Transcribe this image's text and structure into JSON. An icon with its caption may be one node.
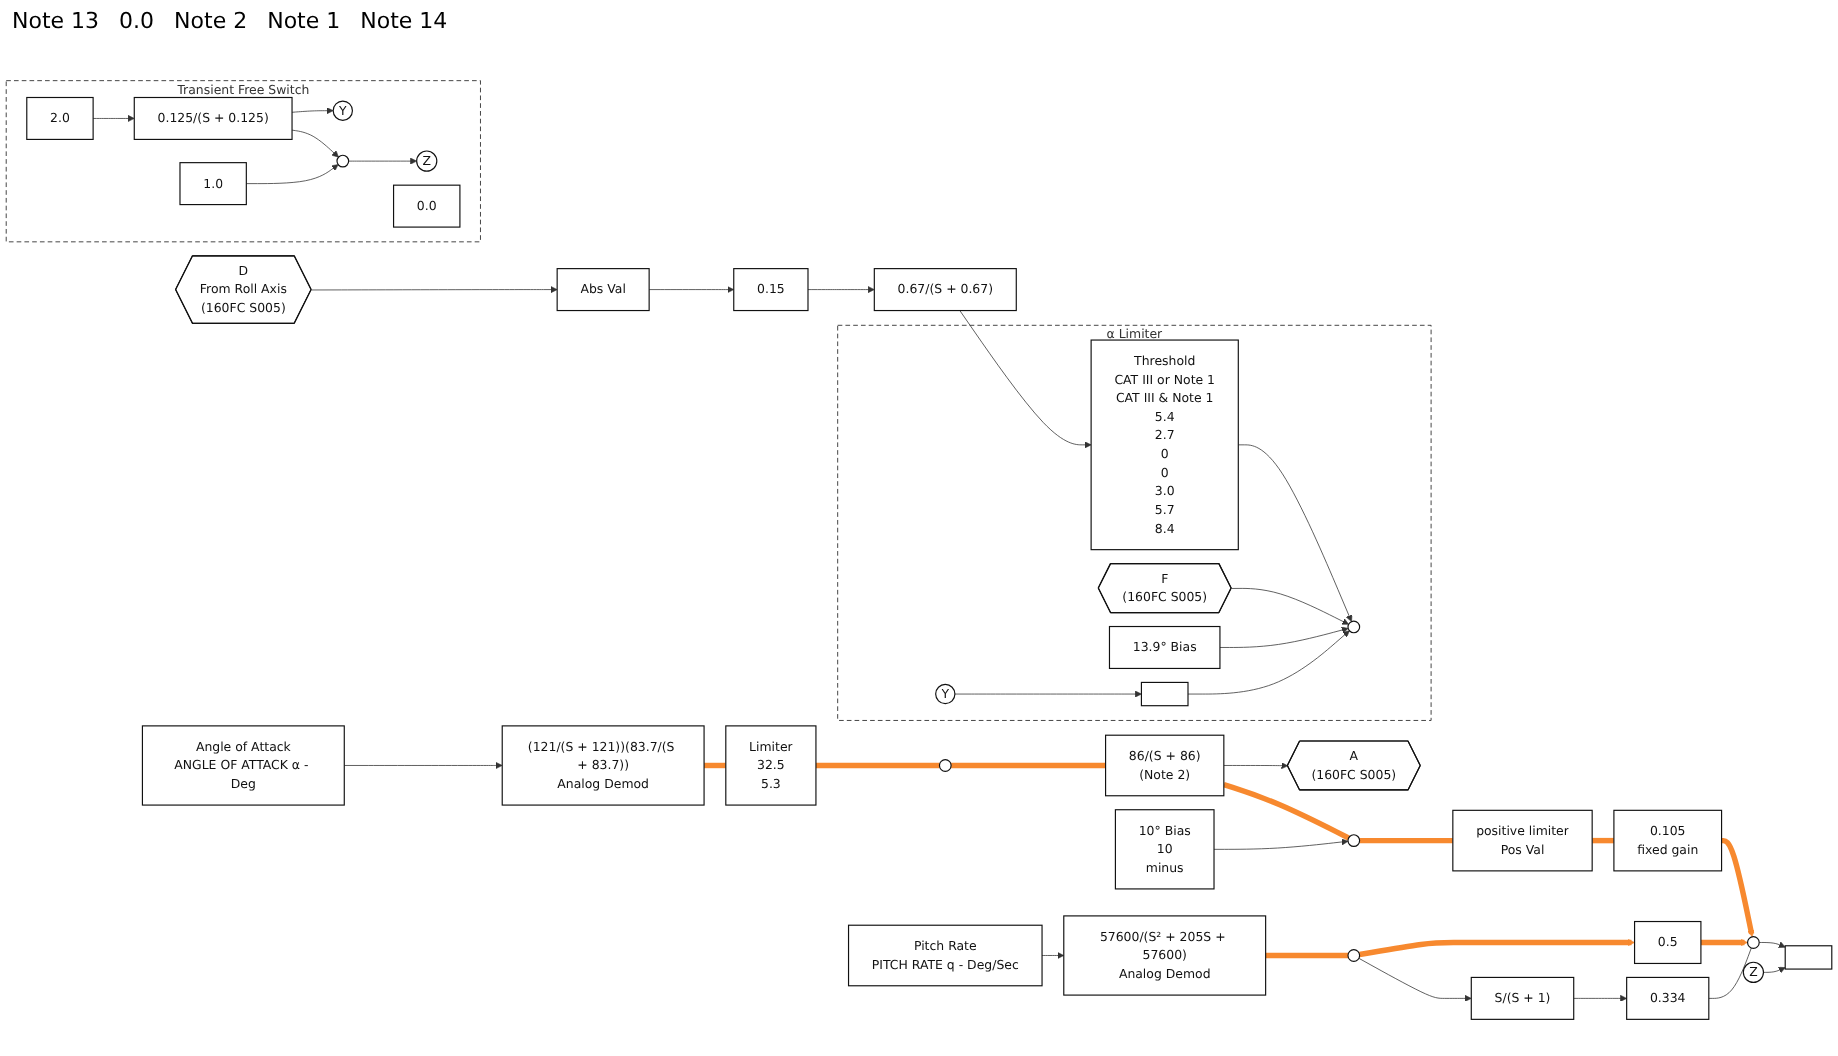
{
  "diagram": {
    "nodes": [
      {
        "text": [
          "Angle of Attack",
          "ANGLE OF ATTACK α - Deg"
        ]
      },
      {
        "text": [
          "(121/(S + 121))(83.7/(S + 83.7))",
          "Analog Demod"
        ]
      },
      {
        "text": [
          "Limiter",
          "32.5",
          "5.3"
        ]
      },
      {
        "text": [],
        "shape": "circle"
      },
      {
        "text": [
          "86/(S + 86)",
          "(Note 2)"
        ]
      },
      {
        "text": [
          "A",
          "(160FC S005)"
        ]
      },
      {
        "text": [],
        "shape": "circle"
      },
      {
        "text": [
          "10° Bias",
          "10",
          "minus"
        ]
      },
      {
        "text": [
          "positive limiter",
          "Pos Val"
        ]
      },
      {
        "text": [
          "0.105",
          "fixed gain"
        ]
      },
      {
        "text": [],
        "shape": "circle"
      },
      {
        "text": [],
        "shape": "box"
      },
      {
        "text": [
          "Z"
        ]
      },
      {
        "text": [
          "Pitch Rate",
          "PITCH RATE q - Deg/Sec"
        ]
      },
      {
        "text": [
          "57600/(S² + 205S + 57600)",
          "Analog Demod"
        ]
      },
      {
        "text": [],
        "shape": "circle"
      },
      {
        "text": [
          "S/(S + 1)"
        ]
      },
      {
        "text": [
          "0.334"
        ]
      },
      {
        "text": [
          "0.5"
        ]
      },
      {
        "text": [
          "Transient Free Switch"
        ]
      },
      {
        "text": [
          "2.0"
        ],
        "in": 19
      },
      {
        "text": [
          "0.0"
        ],
        "in": 19
      },
      {
        "text": [
          "0.125/(S + 0.125)"
        ],
        "in": 19
      },
      {
        "text": [
          "1.0"
        ],
        "in": 19
      },
      {
        "text": [],
        "shape": "circle",
        "in": 19
      },
      {
        "text": [
          "Y"
        ],
        "in": 19
      },
      {
        "text": [
          "Z"
        ],
        "in": 19
      },
      {
        "text": [
          "α Limiter"
        ]
      },
      {
        "text": [
          "Threshold",
          "CAT III or Note 1",
          "CAT III & Note 1",
          "5.4",
          "2.7",
          "0",
          "0",
          "3.0",
          "5.7",
          "8.4"
        ],
        "in": 27
      },
      {
        "text": [
          "13.9° Bias"
        ],
        "in": 27
      },
      {
        "text": [],
        "shape": "circle",
        "in": 27
      },
      {
        "text": [
          "F",
          "(160FC S005)"
        ],
        "in": 27
      },
      {
        "text": [],
        "shape": "box",
        "in": 27
      },
      {
        "text": [
          "Y"
        ],
        "in": 27
      },
      {
        "text": [
          "D",
          "From Roll Axis",
          "(160FC S005)"
        ]
      },
      {
        "text": [
          "Abs Val"
        ]
      },
      {
        "text": [
          "0.15"
        ]
      },
      {
        "text": [
          "0.67/(S + 0.67)"
        ]
      }
    ],
    "edges": [
      {
        "from": 0,
        "to": 1,
        "arrow": "to"
      },
      {
        "from": 1,
        "to": 2,
        "arrow": "none",
        "style": "thick",
        "color": "#f7892f"
      },
      {
        "from": 2,
        "to": 3,
        "arrow": "none",
        "style": "thick",
        "color": "#f7892f"
      },
      {
        "from": 3,
        "to": 4,
        "arrow": "none",
        "style": "thick",
        "color": "#f7892f"
      },
      {
        "from": 4,
        "to": 5,
        "arrow": "to"
      },
      {
        "from": 4,
        "to": 6,
        "arrow": "none",
        "style": "thick",
        "color": "#f7892f"
      },
      {
        "from": 7,
        "to": 6,
        "arrow": "to"
      },
      {
        "from": 6,
        "to": 8,
        "arrow": "none",
        "style": "thick",
        "color": "#f7892f"
      },
      {
        "from": 8,
        "to": 9,
        "arrow": "none",
        "style": "thick",
        "color": "#f7892f"
      },
      {
        "from": 9,
        "to": 10,
        "arrow": "to",
        "style": "thick",
        "color": "#f7892f"
      },
      {
        "from": 13,
        "to": 14,
        "arrow": "to"
      },
      {
        "from": 14,
        "to": 15,
        "arrow": "none",
        "style": "thick",
        "color": "#f7892f"
      },
      {
        "from": 15,
        "to": 16,
        "arrow": "to"
      },
      {
        "from": 16,
        "to": 17,
        "arrow": "to"
      },
      {
        "from": 15,
        "to": 18,
        "arrow": "to",
        "style": "thick",
        "color": "#f7892f"
      },
      {
        "from": 18,
        "to": 10,
        "arrow": "to",
        "style": "thick",
        "color": "#f7892f"
      },
      {
        "from": 17,
        "to": 10,
        "arrow": "none"
      },
      {
        "from": 10,
        "to": 11,
        "arrow": "to"
      },
      {
        "from": 12,
        "to": 11,
        "arrow": "to"
      },
      {
        "from": 20,
        "to": 22,
        "arrow": "to"
      },
      {
        "from": 22,
        "to": 25,
        "arrow": "to"
      },
      {
        "from": 22,
        "to": 24,
        "arrow": "to"
      },
      {
        "from": 23,
        "to": 24,
        "arrow": "to"
      },
      {
        "from": 24,
        "to": 26,
        "arrow": "to"
      },
      {
        "from": 34,
        "to": 35,
        "arrow": "to"
      },
      {
        "from": 35,
        "to": 36,
        "arrow": "to"
      },
      {
        "from": 36,
        "to": 37,
        "arrow": "to"
      },
      {
        "from": 37,
        "to": 28,
        "arrow": "to"
      },
      {
        "from": 28,
        "to": 30,
        "arrow": "to"
      },
      {
        "from": 31,
        "to": 30,
        "arrow": "to"
      },
      {
        "from": 29,
        "to": 30,
        "arrow": "to"
      },
      {
        "from": 32,
        "to": 30,
        "arrow": "to"
      },
      {
        "from": 33,
        "to": 32,
        "arrow": "to"
      }
    ],
    "labels": [
      "Note 13",
      "0.0",
      "Note 2",
      "Note 1",
      "Note 14"
    ]
  }
}
